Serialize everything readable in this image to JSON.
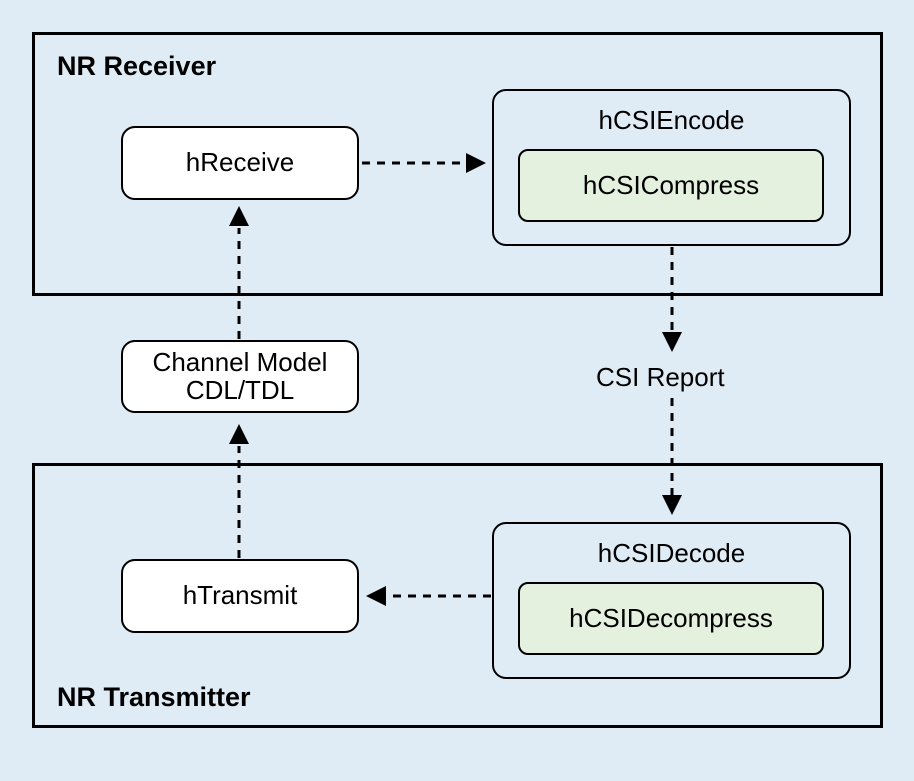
{
  "regions": {
    "receiver": {
      "title": "NR Receiver"
    },
    "transmitter": {
      "title": "NR Transmitter"
    }
  },
  "nodes": {
    "hreceive": "hReceive",
    "hcsiencode": "hCSIEncode",
    "hcsicompress": "hCSICompress",
    "channel_model_line1": "Channel Model",
    "channel_model_line2": "CDL/TDL",
    "htransmit": "hTransmit",
    "hcsidecode": "hCSIDecode",
    "hcsidecompress": "hCSIDecompress"
  },
  "edges": {
    "csi_report_label": "CSI Report"
  },
  "colors": {
    "background": "#e0ecf5",
    "box": "#ffffff",
    "inner_box": "#e3f1de",
    "stroke": "#000000"
  }
}
